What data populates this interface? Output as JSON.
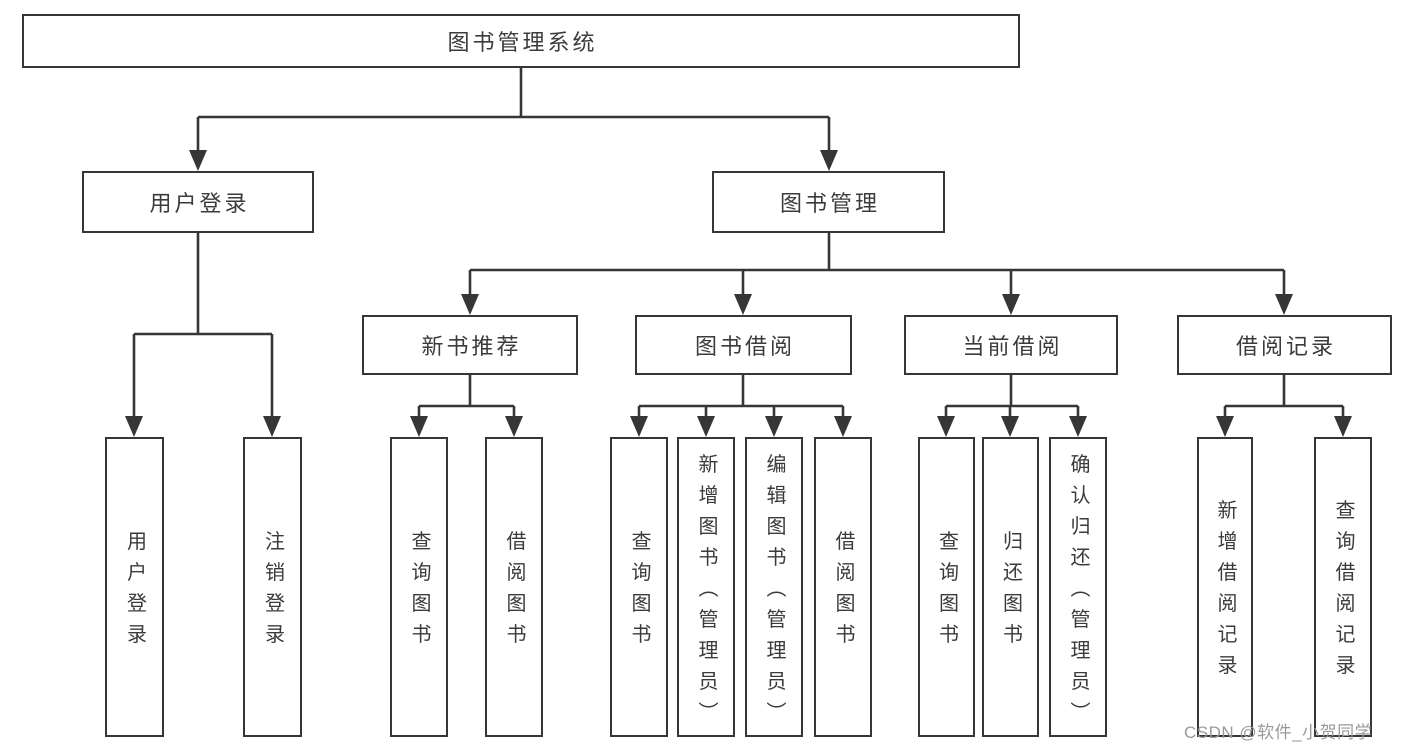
{
  "diagram_title": "图书管理系统",
  "tree": {
    "root": {
      "label": "图书管理系统"
    },
    "branches": [
      {
        "label": "用户登录",
        "children": [
          {
            "label": "用户登录"
          },
          {
            "label": "注销登录"
          }
        ]
      },
      {
        "label": "图书管理",
        "children": [
          {
            "label": "新书推荐",
            "children": [
              {
                "label": "查询图书"
              },
              {
                "label": "借阅图书"
              }
            ]
          },
          {
            "label": "图书借阅",
            "children": [
              {
                "label": "查询图书"
              },
              {
                "label": "新增图书（管理员）"
              },
              {
                "label": "编辑图书（管理员）"
              },
              {
                "label": "借阅图书"
              }
            ]
          },
          {
            "label": "当前借阅",
            "children": [
              {
                "label": "查询图书"
              },
              {
                "label": "归还图书"
              },
              {
                "label": "确认归还（管理员）"
              }
            ]
          },
          {
            "label": "借阅记录",
            "children": [
              {
                "label": "新增借阅记录"
              },
              {
                "label": "查询借阅记录"
              }
            ]
          }
        ]
      }
    ]
  },
  "watermark": {
    "text": "CSDN @软件_小贺同学"
  },
  "colors": {
    "line": "#363636",
    "text": "#3b3b3b",
    "box_fill": "#ffffff",
    "background": "#ffffff",
    "watermark": "#9a9a9a"
  }
}
